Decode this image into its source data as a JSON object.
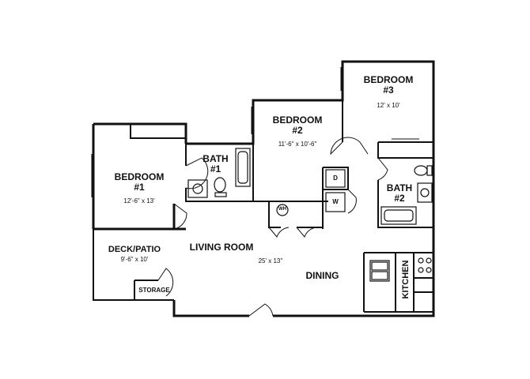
{
  "rooms": {
    "bedroom3": {
      "name": "BEDROOM",
      "number": "#3",
      "dim": "12' x 10'"
    },
    "bedroom2": {
      "name": "BEDROOM",
      "number": "#2",
      "dim": "11'-6\" x 10'-6\""
    },
    "bedroom1": {
      "name": "BEDROOM",
      "number": "#1",
      "dim": "12'-6\" x 13'"
    },
    "bath1": {
      "name": "BATH",
      "number": "#1"
    },
    "bath2": {
      "name": "BATH",
      "number": "#2"
    },
    "deck": {
      "name": "DECK/PATIO",
      "dim": "9'-6\" x 10'"
    },
    "storage": {
      "name": "STORAGE"
    },
    "living": {
      "name": "LIVING ROOM",
      "dim": "25' x 13''"
    },
    "dining": {
      "name": "DINING"
    },
    "kitchen": {
      "name": "KITCHEN"
    }
  },
  "fixtures": {
    "water_heater": "WH",
    "dryer": "D",
    "washer": "W"
  }
}
